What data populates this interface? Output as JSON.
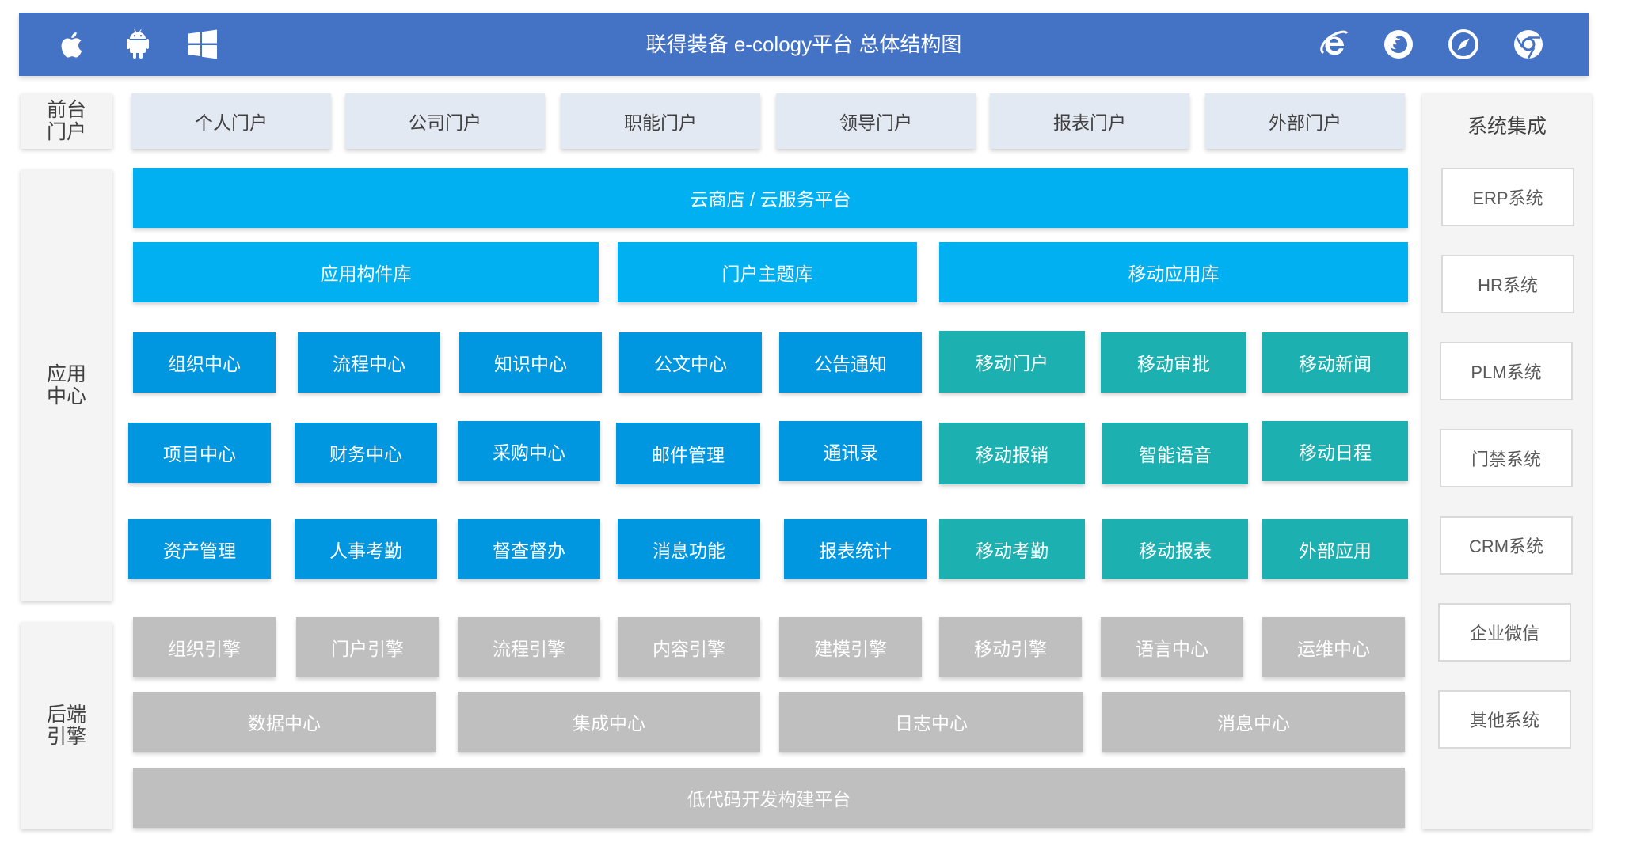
{
  "header": {
    "title": "联得装备 e-cology平台 总体结构图",
    "left_icons": [
      "apple-icon",
      "android-icon",
      "windows-icon"
    ],
    "right_icons": [
      "ie-icon",
      "firefox-icon",
      "safari-icon",
      "chrome-icon"
    ]
  },
  "layers": {
    "front": "前台门户",
    "app": "应用中心",
    "backend": "后端引擎"
  },
  "portals": [
    "个人门户",
    "公司门户",
    "职能门户",
    "领导门户",
    "报表门户",
    "外部门户"
  ],
  "cloud_platform": "云商店 / 云服务平台",
  "libraries": [
    "应用构件库",
    "门户主题库",
    "移动应用库"
  ],
  "app_rows": [
    [
      "组织中心",
      "流程中心",
      "知识中心",
      "公文中心",
      "公告通知",
      "移动门户",
      "移动审批",
      "移动新闻"
    ],
    [
      "项目中心",
      "财务中心",
      "采购中心",
      "邮件管理",
      "通讯录",
      "移动报销",
      "智能语音",
      "移动日程"
    ],
    [
      "资产管理",
      "人事考勤",
      "督查督办",
      "消息功能",
      "报表统计",
      "移动考勤",
      "移动报表",
      "外部应用"
    ]
  ],
  "engines": [
    "组织引擎",
    "门户引擎",
    "流程引擎",
    "内容引擎",
    "建模引擎",
    "移动引擎",
    "语言中心",
    "运维中心"
  ],
  "centers": [
    "数据中心",
    "集成中心",
    "日志中心",
    "消息中心"
  ],
  "lowcode": "低代码开发构建平台",
  "integration": {
    "title": "系统集成",
    "systems": [
      "ERP系统",
      "HR系统",
      "PLM系统",
      "门禁系统",
      "CRM系统",
      "企业微信",
      "其他系统"
    ]
  },
  "colors": {
    "header": "#4472c4",
    "portal": "#e3e9f3",
    "cloud": "#00b0f0",
    "app_module": "#0096e0",
    "mobile_module": "#1cb0b0",
    "engine": "#bfbfbf"
  }
}
